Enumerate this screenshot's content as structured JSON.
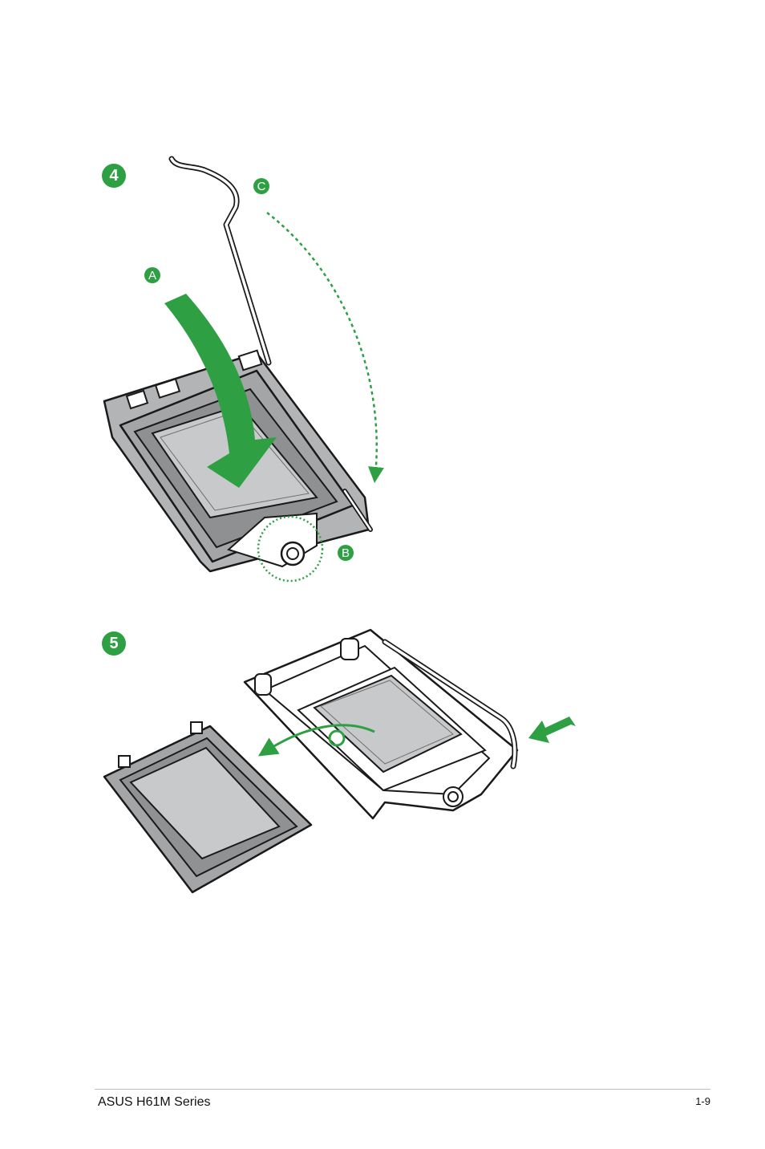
{
  "steps": {
    "step4": {
      "number": "4",
      "labels": {
        "a": "A",
        "b": "B",
        "c": "C"
      }
    },
    "step5": {
      "number": "5"
    }
  },
  "footer": {
    "product": "ASUS H61M Series",
    "page": "1-9"
  },
  "colors": {
    "accent": "#2ea043",
    "cover": "#c8c9cb",
    "frame": "#a9aaac",
    "outline": "#1a1a1a"
  }
}
